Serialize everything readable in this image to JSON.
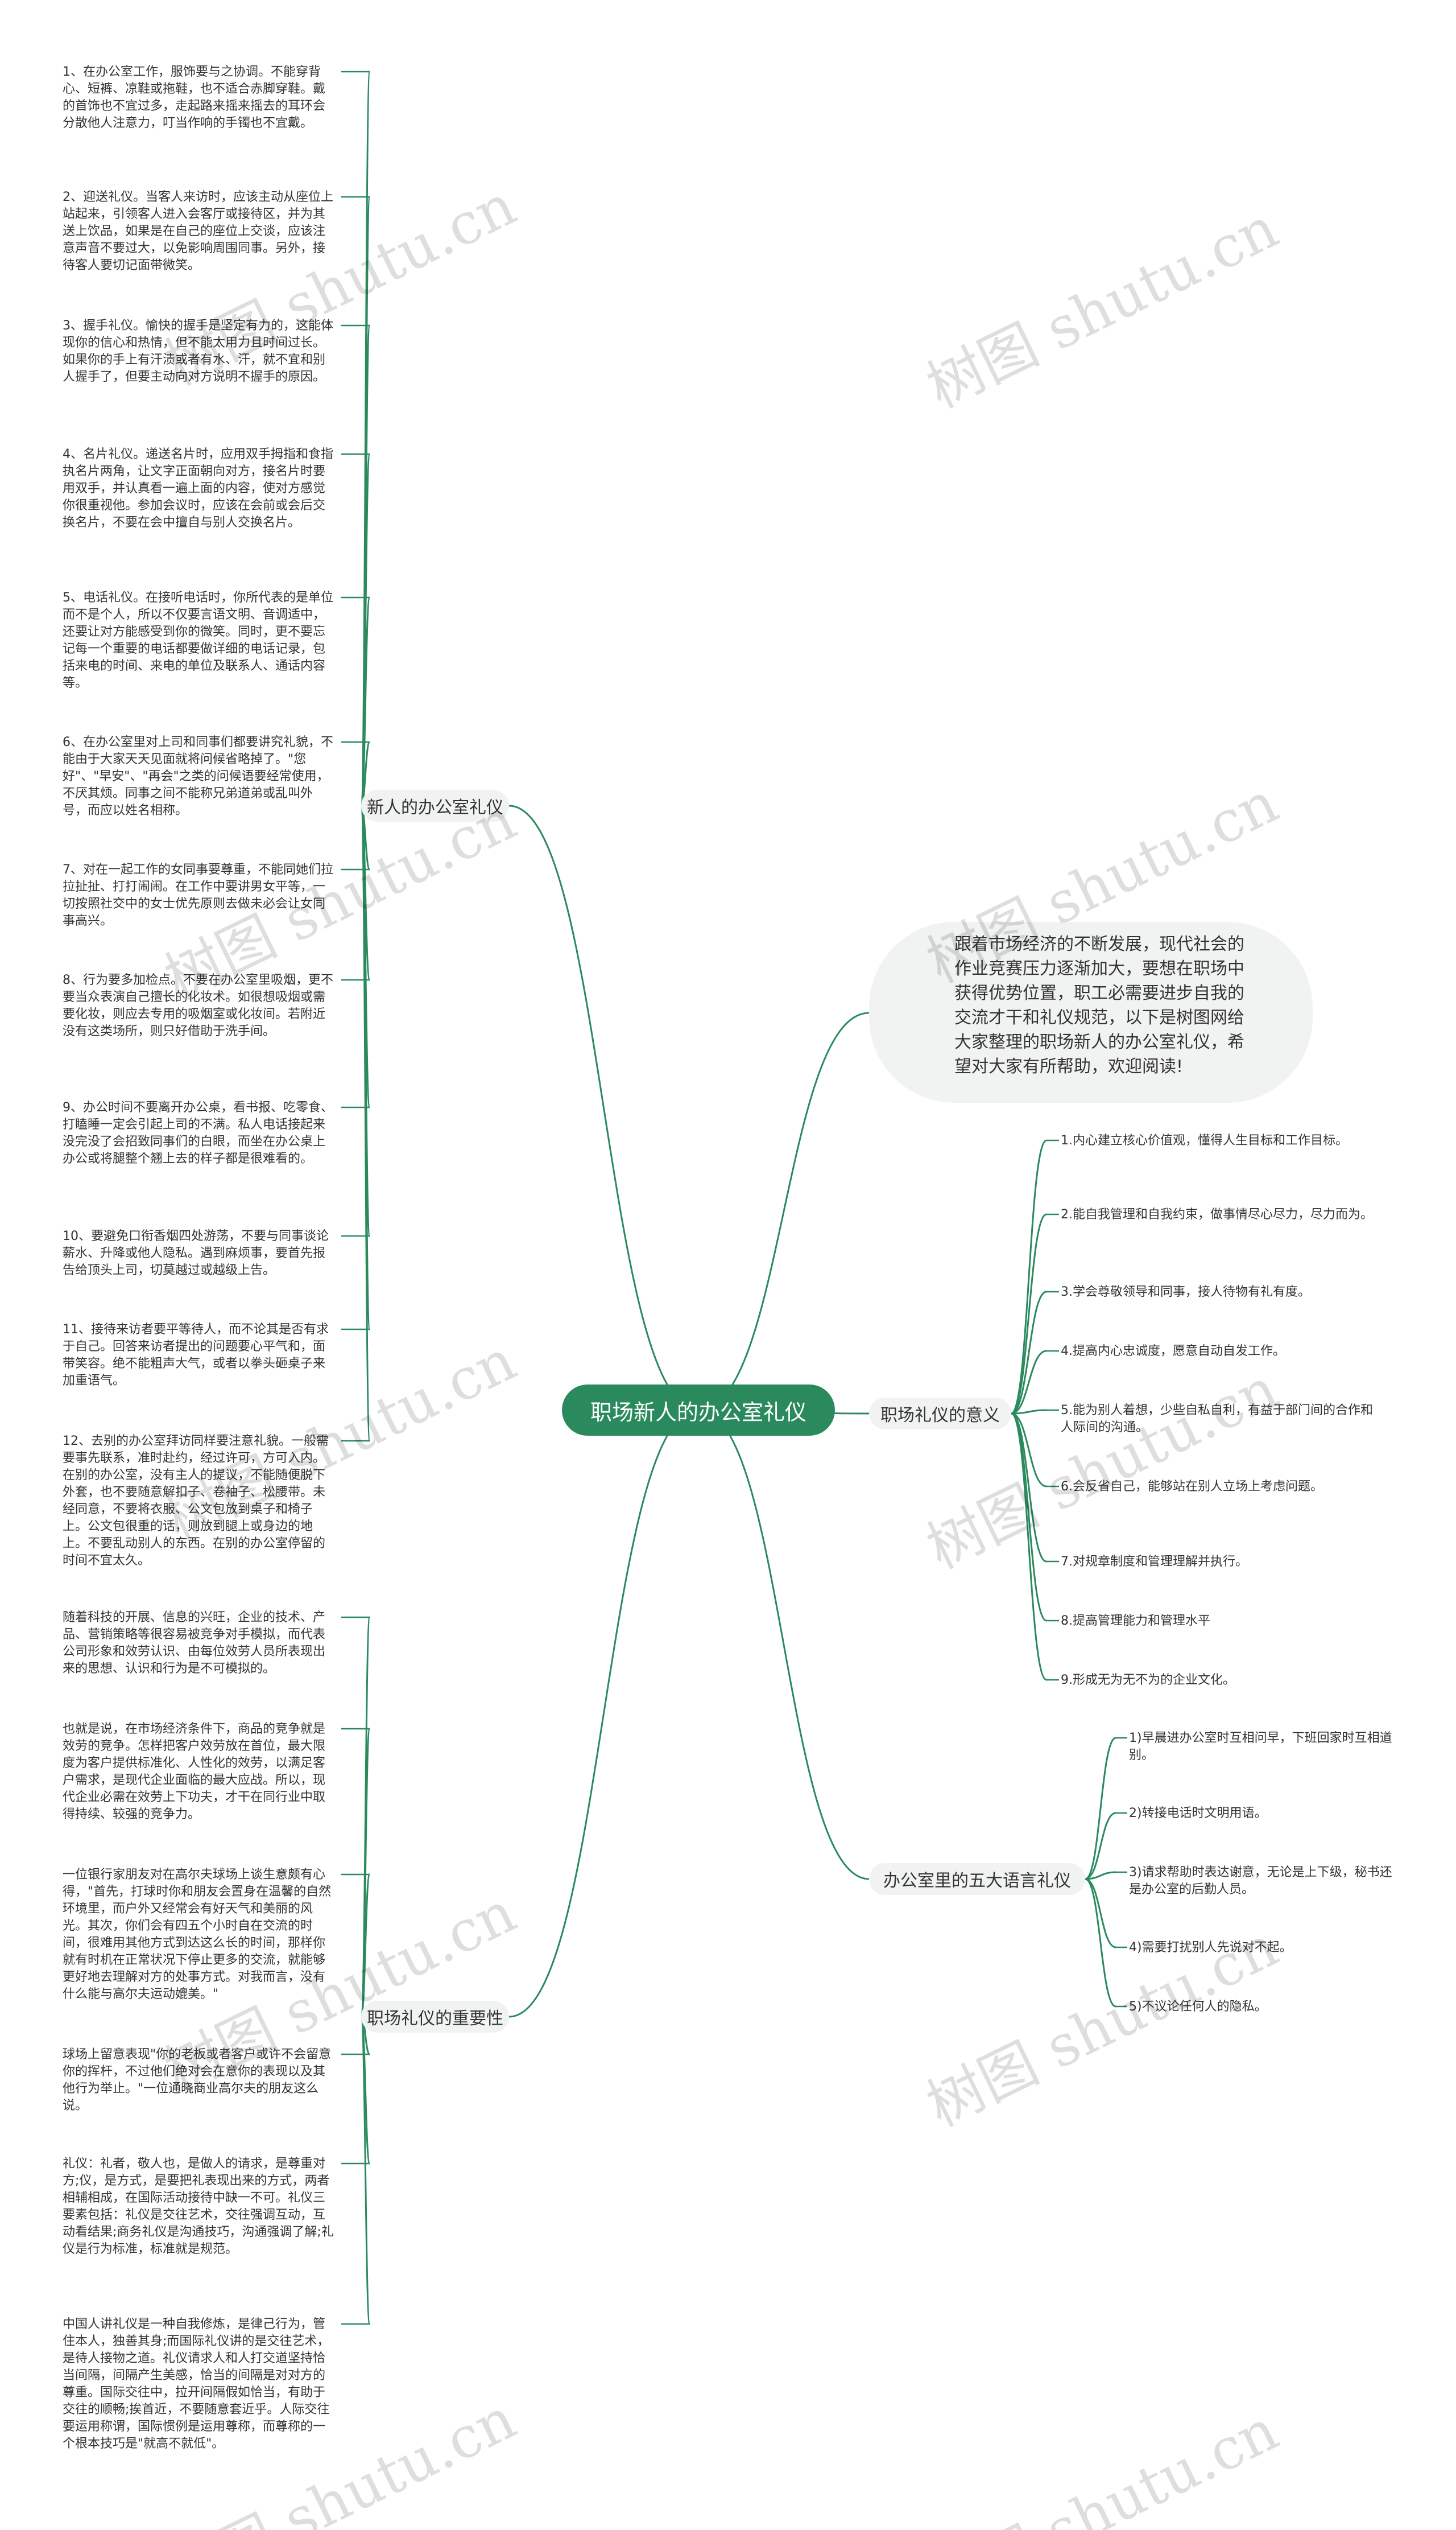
{
  "theme": {
    "accent": "#2a8a5e",
    "line": "#2a8a5e",
    "branch_bg": "#f1f3f2"
  },
  "root": {
    "label": "职场新人的办公室礼仪"
  },
  "intro": {
    "text": "跟着市场经济的不断发展，现代社会的作业竞赛压力逐渐加大，要想在职场中获得优势位置，职工必需要进步自我的交流才干和礼仪规范，以下是树图网给大家整理的职场新人的办公室礼仪，希望对大家有所帮助，欢迎阅读!"
  },
  "branches": {
    "office_etiquette": {
      "label": "新人的办公室礼仪",
      "items": [
        "1、在办公室工作，服饰要与之协调。不能穿背心、短裤、凉鞋或拖鞋，也不适合赤脚穿鞋。戴的首饰也不宜过多，走起路来摇来摇去的耳环会分散他人注意力，叮当作响的手镯也不宜戴。",
        "2、迎送礼仪。当客人来访时，应该主动从座位上站起来，引领客人进入会客厅或接待区，并为其送上饮品，如果是在自己的座位上交谈，应该注意声音不要过大，以免影响周围同事。另外，接待客人要切记面带微笑。",
        "3、握手礼仪。愉快的握手是坚定有力的，这能体现你的信心和热情，但不能太用力且时间过长。如果你的手上有汗渍或者有水、汗，就不宜和别人握手了，但要主动向对方说明不握手的原因。",
        "4、名片礼仪。递送名片时，应用双手拇指和食指执名片两角，让文字正面朝向对方，接名片时要用双手，并认真看一遍上面的内容，使对方感觉你很重视他。参加会议时，应该在会前或会后交换名片，不要在会中擅自与别人交换名片。",
        "5、电话礼仪。在接听电话时，你所代表的是单位而不是个人，所以不仅要言语文明、音调适中，还要让对方能感受到你的微笑。同时，更不要忘记每一个重要的电话都要做详细的电话记录，包括来电的时间、来电的单位及联系人、通话内容等。",
        "6、在办公室里对上司和同事们都要讲究礼貌，不能由于大家天天见面就将问候省略掉了。\"您好\"、\"早安\"、\"再会\"之类的问候语要经常使用，不厌其烦。同事之间不能称兄弟道弟或乱叫外号，而应以姓名相称。",
        "7、对在一起工作的女同事要尊重，不能同她们拉拉扯扯、打打闹闹。在工作中要讲男女平等，一切按照社交中的女士优先原则去做未必会让女同事高兴。",
        "8、行为要多加检点。不要在办公室里吸烟，更不要当众表演自己擅长的化妆术。如很想吸烟或需要化妆，则应去专用的吸烟室或化妆间。若附近没有这类场所，则只好借助于洗手间。",
        "9、办公时间不要离开办公桌，看书报、吃零食、打瞌睡一定会引起上司的不满。私人电话接起来没完没了会招致同事们的白眼，而坐在办公桌上办公或将腿整个翘上去的样子都是很难看的。",
        "10、要避免口衔香烟四处游荡，不要与同事谈论薪水、升降或他人隐私。遇到麻烦事，要首先报告给顶头上司，切莫越过或越级上告。",
        "11、接待来访者要平等待人，而不论其是否有求于自己。回答来访者提出的问题要心平气和，面带笑容。绝不能粗声大气，或者以拳头砸桌子来加重语气。",
        "12、去别的办公室拜访同样要注意礼貌。一般需要事先联系，准时赴约，经过许可，方可入内。在别的办公室，没有主人的提议，不能随便脱下外套，也不要随意解扣子、卷袖子、松腰带。未经同意，不要将衣服、公文包放到桌子和椅子上。公文包很重的话，则放到腿上或身边的地上。不要乱动别人的东西。在别的办公室停留的时间不宜太久。"
      ]
    },
    "importance": {
      "label": "职场礼仪的重要性",
      "items": [
        "随着科技的开展、信息的兴旺，企业的技术、产品、营销策略等很容易被竞争对手模拟，而代表公司形象和效劳认识、由每位效劳人员所表现出来的思想、认识和行为是不可模拟的。",
        "也就是说，在市场经济条件下，商品的竞争就是效劳的竞争。怎样把客户效劳放在首位，最大限度为客户提供标准化、人性化的效劳，以满足客户需求，是现代企业面临的最大应战。所以，现代企业必需在效劳上下功夫，才干在同行业中取得持续、较强的竞争力。",
        "一位银行家朋友对在高尔夫球场上谈生意颇有心得，\"首先，打球时你和朋友会置身在温馨的自然环境里，而户外又经常会有好天气和美丽的风光。其次，你们会有四五个小时自在交流的时间，很难用其他方式到达这么长的时间，那样你就有时机在正常状况下停止更多的交流，就能够更好地去理解对方的处事方式。对我而言，没有什么能与高尔夫运动媲美。\"",
        "球场上留意表现\"你的老板或者客户或许不会留意你的挥杆，不过他们绝对会在意你的表现以及其他行为举止。\"一位通晓商业高尔夫的朋友这么说。",
        "礼仪：礼者，敬人也，是做人的请求，是尊重对方;仪，是方式，是要把礼表现出来的方式，两者相辅相成，在国际活动接待中缺一不可。礼仪三要素包括：礼仪是交往艺术，交往强调互动，互动看结果;商务礼仪是沟通技巧，沟通强调了解;礼仪是行为标准，标准就是规范。",
        "中国人讲礼仪是一种自我修炼，是律己行为，管住本人，独善其身;而国际礼仪讲的是交往艺术，是待人接物之道。礼仪请求人和人打交道坚持恰当间隔，间隔产生美感，恰当的间隔是对对方的尊重。国际交往中，拉开间隔假如恰当，有助于交往的顺畅;挨首近，不要随意套近乎。人际交往要运用称谓，国际惯例是运用尊称，而尊称的一个根本技巧是\"就高不就低\"。"
      ]
    },
    "meaning": {
      "label": "职场礼仪的意义",
      "items": [
        "1.内心建立核心价值观，懂得人生目标和工作目标。",
        "2.能自我管理和自我约束，做事情尽心尽力，尽力而为。",
        "3.学会尊敬领导和同事，接人待物有礼有度。",
        "4.提高内心忠诚度，愿意自动自发工作。",
        "5.能为别人着想，少些自私自利，有益于部门间的合作和人际间的沟通。",
        "6.会反省自己，能够站在别人立场上考虑问题。",
        "7.对规章制度和管理理解并执行。",
        "8.提高管理能力和管理水平",
        "9.形成无为无不为的企业文化。"
      ]
    },
    "five_phrases": {
      "label": "办公室里的五大语言礼仪",
      "items": [
        "1)早晨进办公室时互相问早，下班回家时互相道别。",
        "2)转接电话时文明用语。",
        "3)请求帮助时表达谢意，无论是上下级，秘书还是办公室的后勤人员。",
        "4)需要打扰别人先说对不起。",
        "5)不议论任何人的隐私。"
      ]
    }
  },
  "watermarks": [
    "树图 shutu.cn",
    "树图 shutu.cn",
    "树图 shutu.cn",
    "树图 shutu.cn",
    "树图 shutu.cn",
    "树图 shutu.cn",
    "树图 shutu.cn",
    "树图 shutu.cn",
    "树图 shutu.cn",
    "树图 shutu.cn"
  ]
}
